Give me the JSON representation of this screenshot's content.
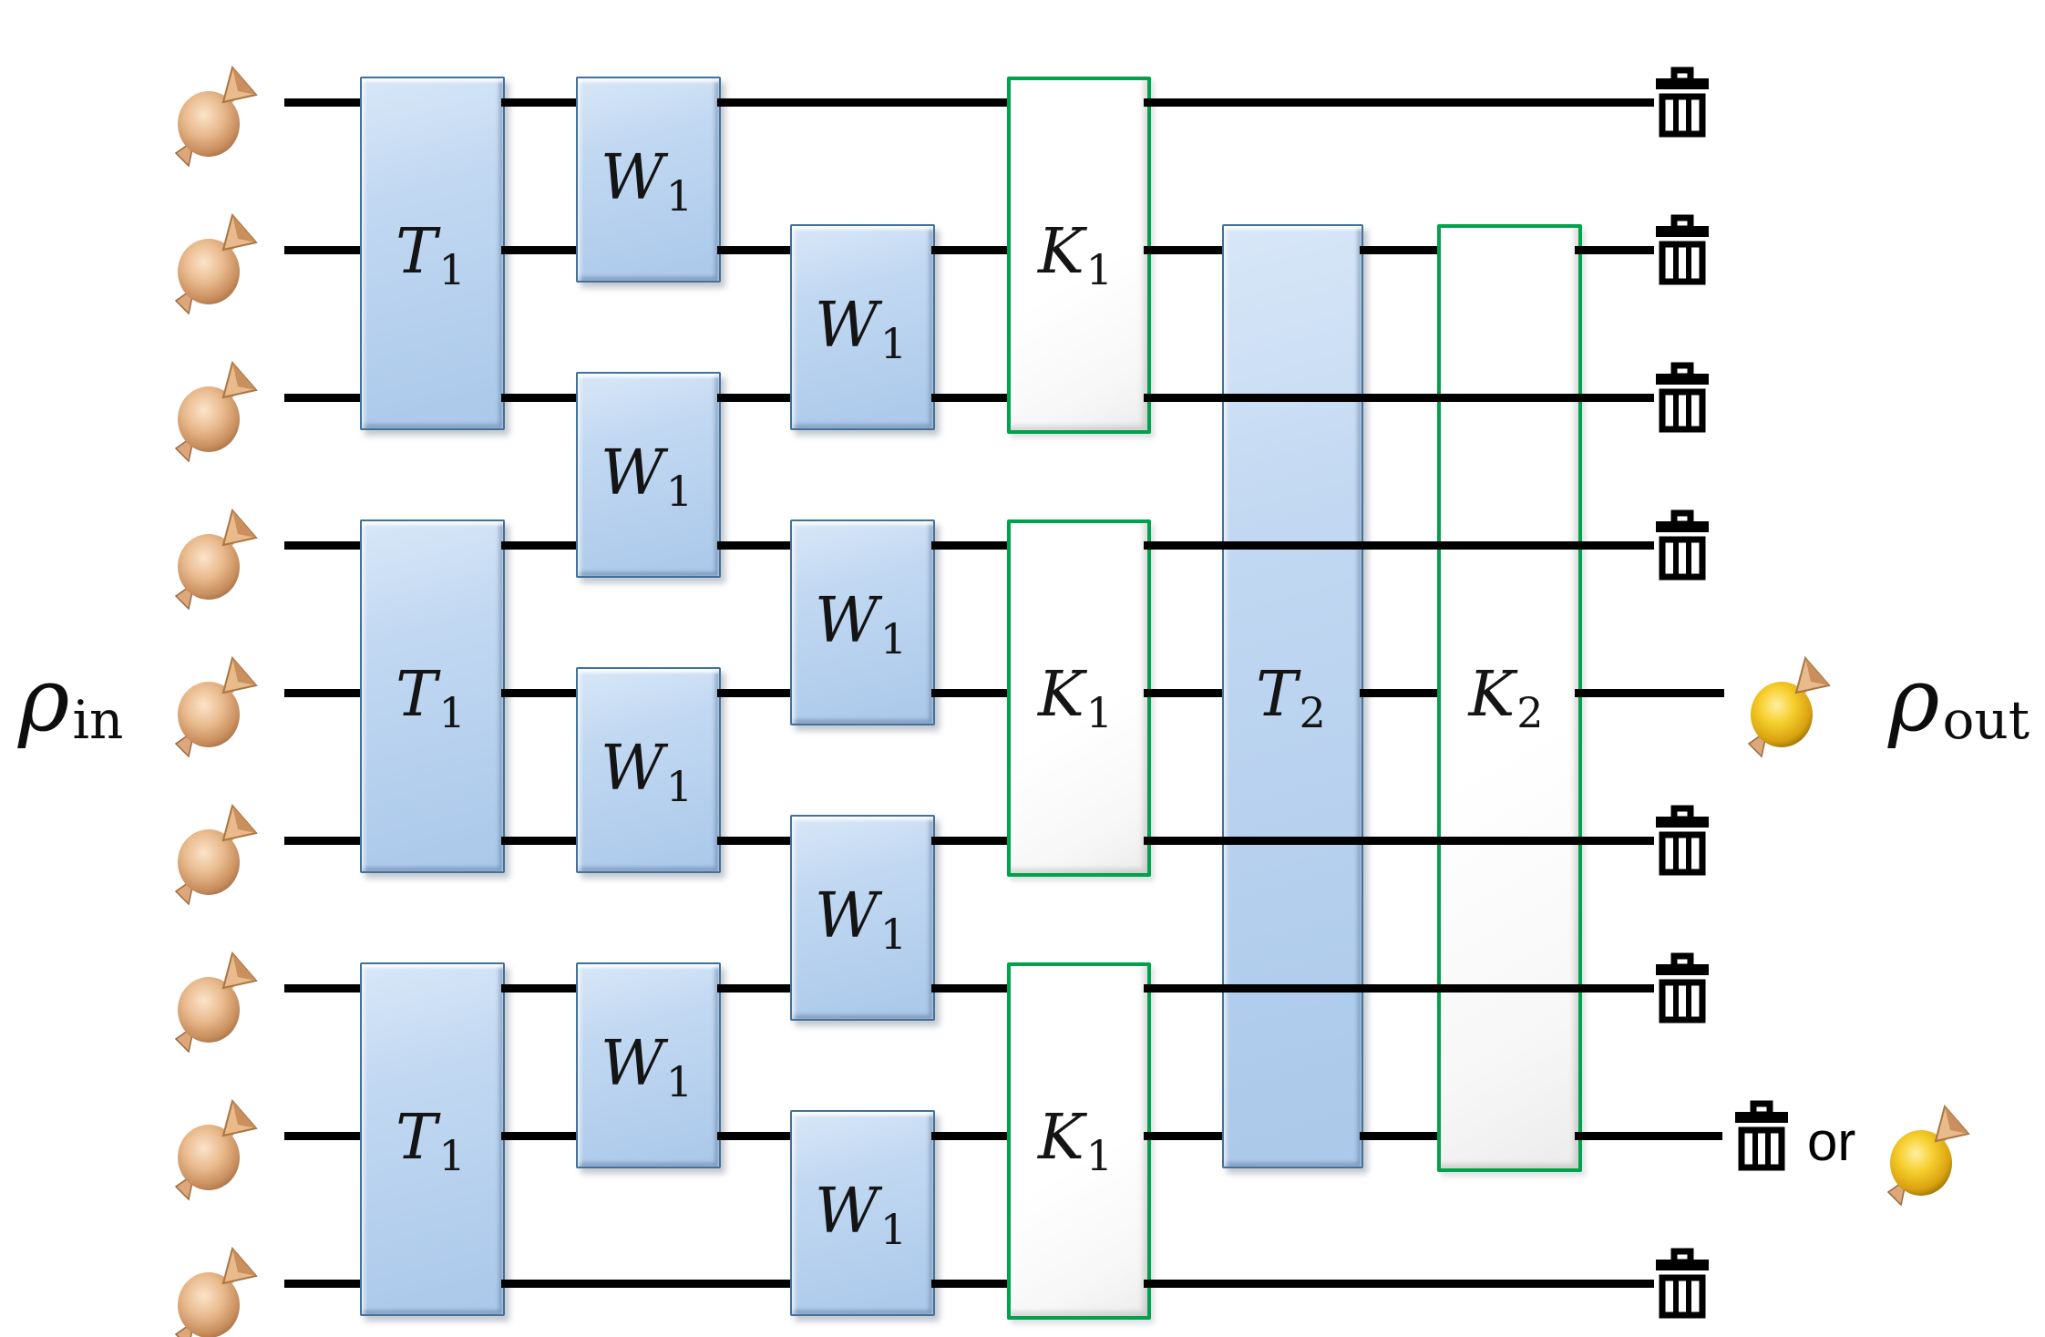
{
  "labels": {
    "input": {
      "base": "ρ",
      "sub": "in"
    },
    "output": {
      "base": "ρ",
      "sub": "out"
    },
    "or_text": "or"
  },
  "circuit": {
    "num_wires": 9,
    "inputs": [
      {
        "wire": 1,
        "icon": "spin-up-copper-icon"
      },
      {
        "wire": 2,
        "icon": "spin-up-copper-icon"
      },
      {
        "wire": 3,
        "icon": "spin-up-copper-icon"
      },
      {
        "wire": 4,
        "icon": "spin-up-copper-icon"
      },
      {
        "wire": 5,
        "icon": "spin-up-copper-icon"
      },
      {
        "wire": 6,
        "icon": "spin-up-copper-icon"
      },
      {
        "wire": 7,
        "icon": "spin-up-copper-icon"
      },
      {
        "wire": 8,
        "icon": "spin-up-copper-icon"
      },
      {
        "wire": 9,
        "icon": "spin-up-copper-icon"
      }
    ],
    "gates": [
      {
        "id": "T1-1",
        "base": "T",
        "sub": "1",
        "column": "t1",
        "span": [
          1,
          3
        ],
        "acts": [
          1,
          2,
          3
        ],
        "style": "blue"
      },
      {
        "id": "T1-2",
        "base": "T",
        "sub": "1",
        "column": "t1",
        "span": [
          4,
          6
        ],
        "acts": [
          4,
          5,
          6
        ],
        "style": "blue"
      },
      {
        "id": "T1-3",
        "base": "T",
        "sub": "1",
        "column": "t1",
        "span": [
          7,
          9
        ],
        "acts": [
          7,
          8,
          9
        ],
        "style": "blue"
      },
      {
        "id": "W1-12",
        "base": "W",
        "sub": "1",
        "column": "wa",
        "span": [
          1,
          2
        ],
        "acts": [
          1,
          2
        ],
        "style": "blue"
      },
      {
        "id": "W1-23",
        "base": "W",
        "sub": "1",
        "column": "wb",
        "span": [
          2,
          3
        ],
        "acts": [
          2,
          3
        ],
        "style": "blue"
      },
      {
        "id": "W1-34",
        "base": "W",
        "sub": "1",
        "column": "wa",
        "span": [
          3,
          4
        ],
        "acts": [
          3,
          4
        ],
        "style": "blue"
      },
      {
        "id": "W1-45",
        "base": "W",
        "sub": "1",
        "column": "wb",
        "span": [
          4,
          5
        ],
        "acts": [
          4,
          5
        ],
        "style": "blue"
      },
      {
        "id": "W1-56",
        "base": "W",
        "sub": "1",
        "column": "wa",
        "span": [
          5,
          6
        ],
        "acts": [
          5,
          6
        ],
        "style": "blue"
      },
      {
        "id": "W1-67",
        "base": "W",
        "sub": "1",
        "column": "wb",
        "span": [
          6,
          7
        ],
        "acts": [
          6,
          7
        ],
        "style": "blue"
      },
      {
        "id": "W1-78",
        "base": "W",
        "sub": "1",
        "column": "wa",
        "span": [
          7,
          8
        ],
        "acts": [
          7,
          8
        ],
        "style": "blue"
      },
      {
        "id": "W1-89",
        "base": "W",
        "sub": "1",
        "column": "wb",
        "span": [
          8,
          9
        ],
        "acts": [
          8,
          9
        ],
        "style": "blue"
      },
      {
        "id": "K1-1",
        "base": "K",
        "sub": "1",
        "column": "k1",
        "span": [
          1,
          3
        ],
        "acts": [
          1,
          2,
          3
        ],
        "style": "kraus"
      },
      {
        "id": "K1-2",
        "base": "K",
        "sub": "1",
        "column": "k1",
        "span": [
          4,
          6
        ],
        "acts": [
          4,
          5,
          6
        ],
        "style": "kraus"
      },
      {
        "id": "K1-3",
        "base": "K",
        "sub": "1",
        "column": "k1",
        "span": [
          7,
          9
        ],
        "acts": [
          7,
          8,
          9
        ],
        "style": "kraus"
      },
      {
        "id": "T2",
        "base": "T",
        "sub": "2",
        "column": "t2",
        "span": [
          2,
          8
        ],
        "acts": [
          2,
          5,
          8
        ],
        "style": "blue"
      },
      {
        "id": "K2",
        "base": "K",
        "sub": "2",
        "column": "k2",
        "span": [
          2,
          8
        ],
        "acts": [
          2,
          5,
          8
        ],
        "style": "kraus"
      }
    ],
    "outputs": [
      {
        "wire": 1,
        "type": "trash"
      },
      {
        "wire": 2,
        "type": "trash"
      },
      {
        "wire": 3,
        "type": "trash"
      },
      {
        "wire": 4,
        "type": "trash"
      },
      {
        "wire": 5,
        "type": "qubit"
      },
      {
        "wire": 6,
        "type": "trash"
      },
      {
        "wire": 7,
        "type": "trash"
      },
      {
        "wire": 8,
        "type": "trash_or_qubit"
      },
      {
        "wire": 9,
        "type": "trash"
      }
    ]
  },
  "colors": {
    "gate_blue_fill": "#B9D3F0",
    "gate_blue_border": "#41719C",
    "kraus_green_border": "#00A24B",
    "wire": "#000000",
    "spin_copper": "#D9A36C",
    "spin_gold": "#E8B412",
    "trash": "#000000"
  }
}
